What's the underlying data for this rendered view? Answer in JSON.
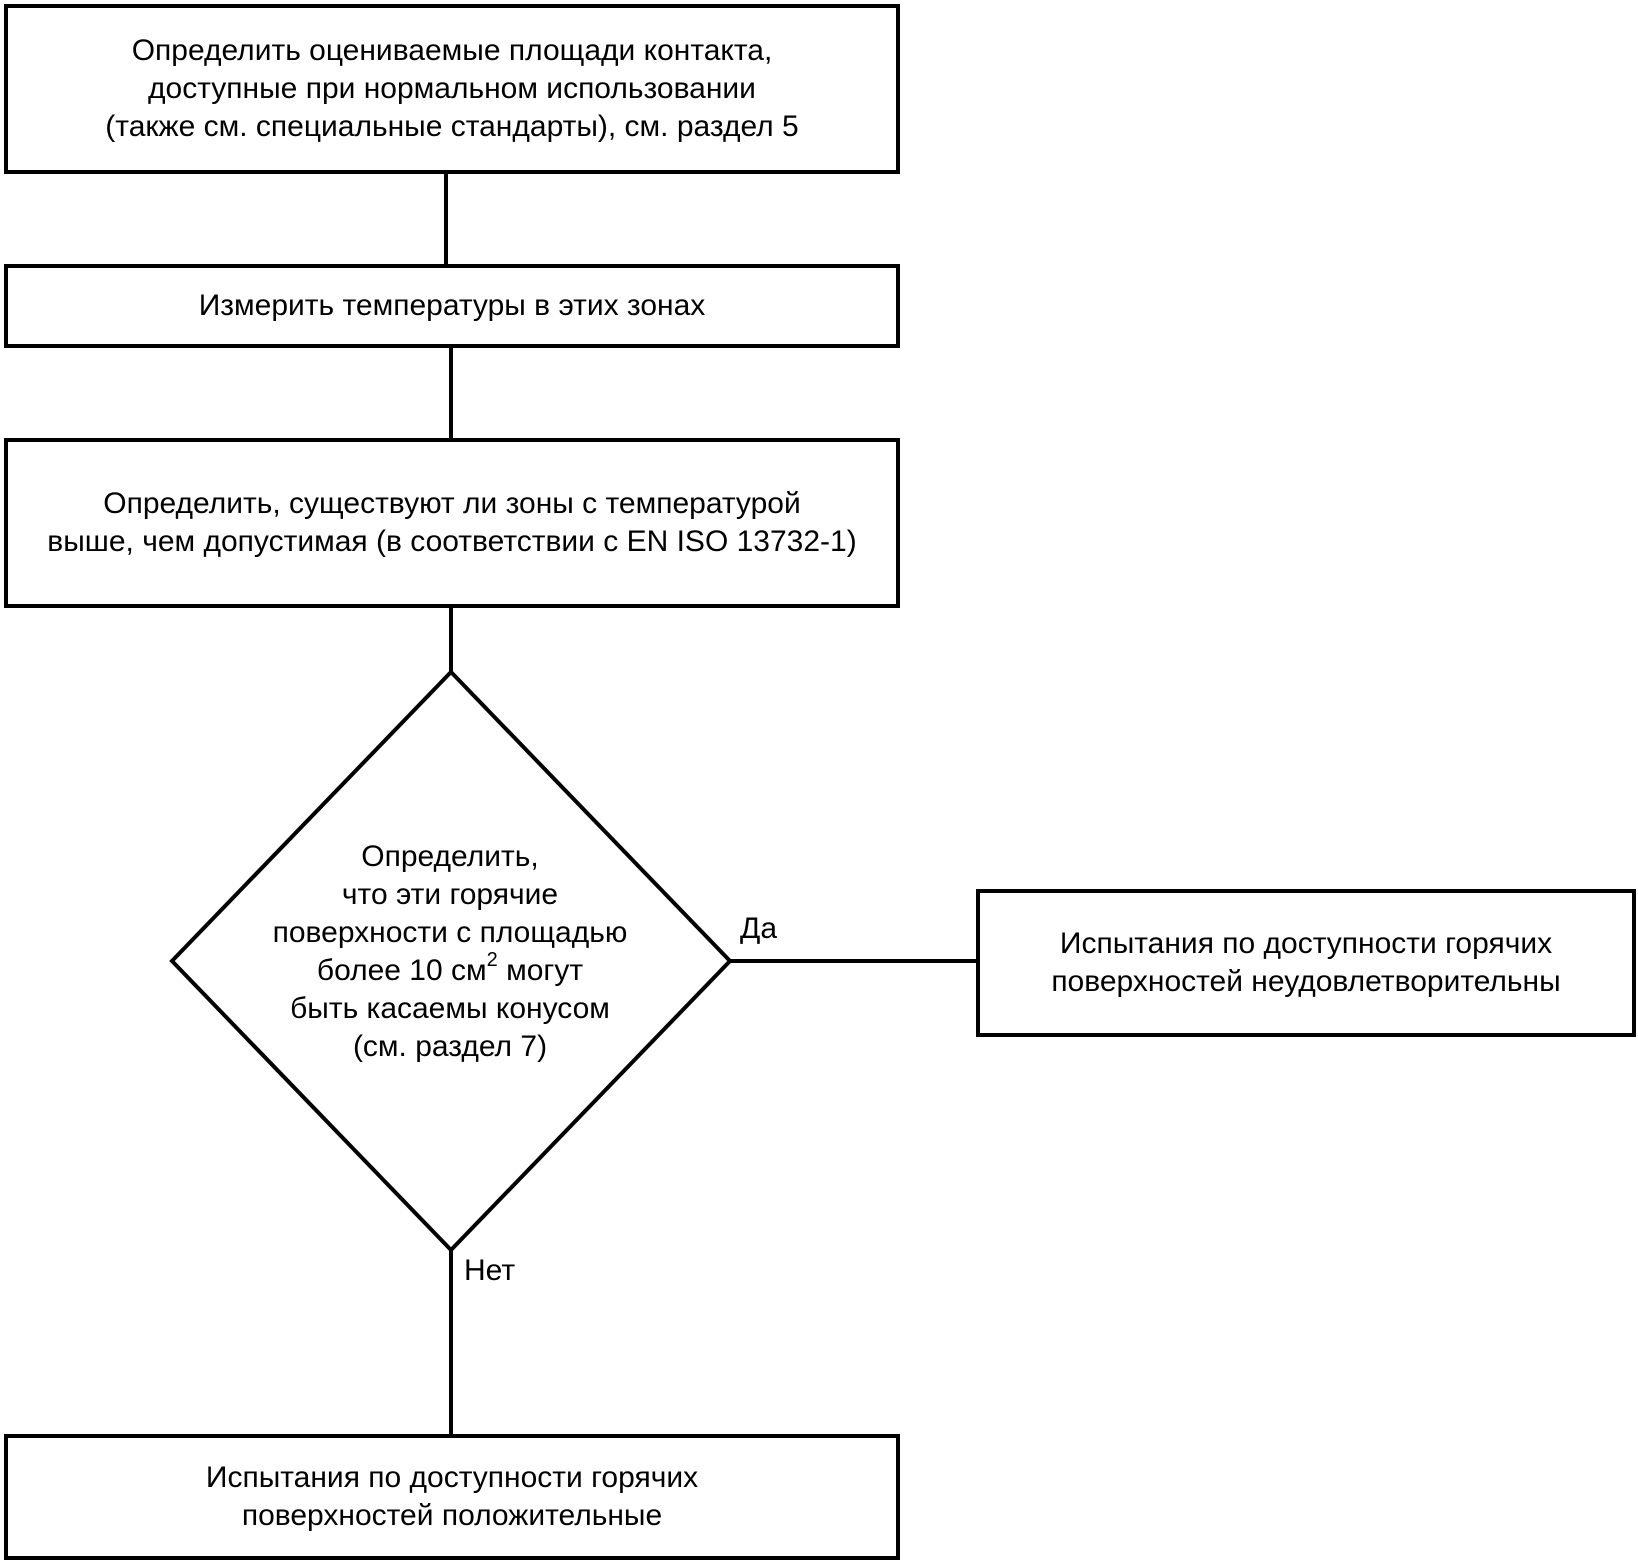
{
  "steps": {
    "identify_areas": {
      "lines": [
        "Определить оцениваемые площади контакта,",
        "доступные при нормальном использовании",
        "(также см. специальные стандарты), см. раздел 5"
      ]
    },
    "measure_temperatures": {
      "lines": [
        "Измерить температуры в этих зонах"
      ]
    },
    "determine_zones": {
      "lines": [
        "Определить, существуют ли зоны с температурой",
        "выше, чем допустимая (в соответствии с EN ISO 13732-1)"
      ]
    }
  },
  "decision": {
    "lines": [
      "Определить,",
      "что эти горячие",
      "поверхности с площадью"
    ],
    "area_prefix": "более 10 см",
    "area_sup": "2",
    "area_suffix": " могут",
    "lines_after": [
      "быть касаемы конусом",
      "(см. раздел 7)"
    ]
  },
  "edges": {
    "yes_label": "Да",
    "no_label": "Нет"
  },
  "outcomes": {
    "unsatisfactory": {
      "lines": [
        "Испытания по доступности горячих",
        "поверхностей неудовлетворительны"
      ]
    },
    "positive": {
      "lines": [
        "Испытания по доступности горячих",
        "поверхностей положительные"
      ]
    }
  },
  "colors": {
    "stroke": "#000000",
    "background": "#ffffff"
  }
}
